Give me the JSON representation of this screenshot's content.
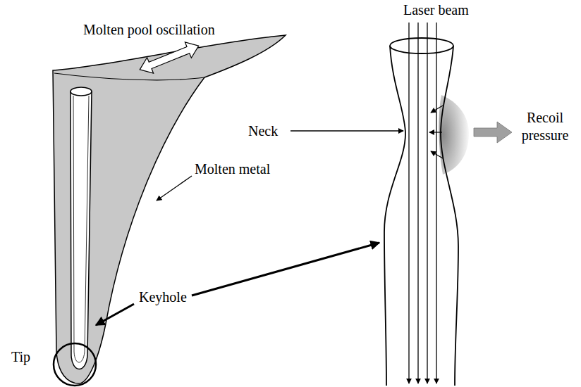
{
  "diagram": {
    "labels": [
      "Molten pool oscillation",
      "Laser beam",
      "Neck",
      "Recoil pressure",
      "Molten metal",
      "Tip",
      "Keyhole"
    ]
  }
}
